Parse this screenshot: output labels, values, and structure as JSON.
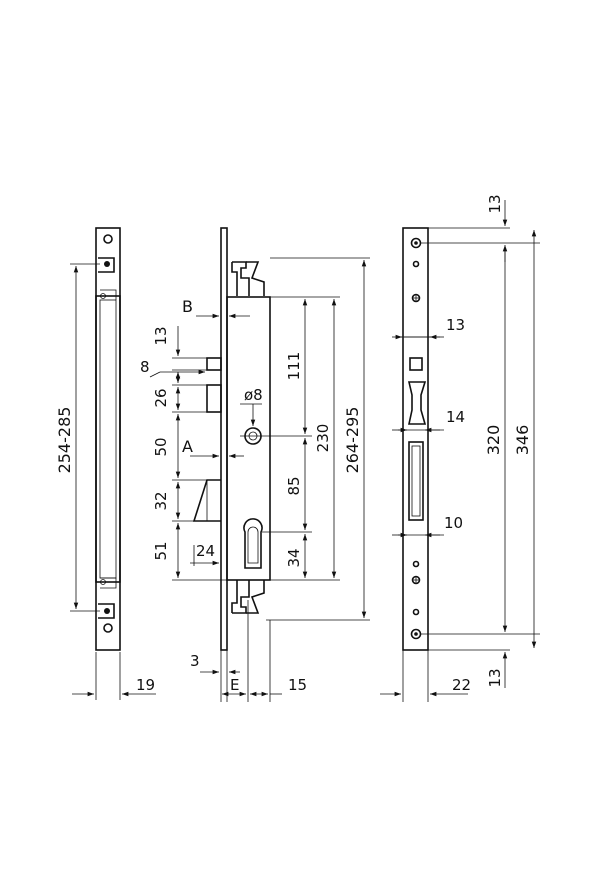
{
  "left_view": {
    "height_label": "254-285",
    "width_label": "19"
  },
  "center_view": {
    "label_b": "B",
    "label_a": "A",
    "label_8": "8",
    "label_13": "13",
    "label_26": "26",
    "label_50": "50",
    "label_32": "32",
    "label_51": "51",
    "label_24": "24",
    "label_111": "111",
    "label_dia8": "ø8",
    "label_85": "85",
    "label_34": "34",
    "label_230": "230",
    "label_264_295": "264-295",
    "label_3": "3",
    "label_e": "E",
    "label_15": "15"
  },
  "right_view": {
    "label_13_top": "13",
    "label_13_upper": "13",
    "label_14": "14",
    "label_10": "10",
    "label_320": "320",
    "label_346": "346",
    "label_13_bottom": "13",
    "label_22": "22"
  }
}
